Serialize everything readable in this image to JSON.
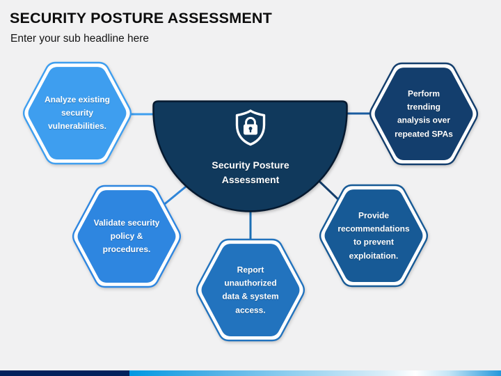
{
  "background_color": "#F1F1F2",
  "header": {
    "title": "SECURITY POSTURE ASSESSMENT",
    "subtitle": "Enter your sub headline here",
    "title_color": "#0D0D0D"
  },
  "center": {
    "label": "Security Posture Assessment",
    "icon": "shield-lock-icon",
    "fill": "#10395C",
    "border": "#05192F",
    "text_color": "#FFFFFF"
  },
  "nodes": [
    {
      "id": "analyze",
      "label": "Analyze existing security vulnerabilities.",
      "color": "#3E9EEF",
      "connector_color": "#3E9EEF",
      "position": "top-left"
    },
    {
      "id": "trending",
      "label": "Perform trending analysis over repeated SPAs",
      "color": "#133E6D",
      "connector_color": "#1A5CA0",
      "position": "top-right"
    },
    {
      "id": "validate",
      "label": "Validate security policy & procedures.",
      "color": "#2E86E0",
      "connector_color": "#2F85D8",
      "position": "bottom-left"
    },
    {
      "id": "report",
      "label": "Report unauthorized data & system access.",
      "color": "#2273BE",
      "connector_color": "#1C6FB4",
      "position": "bottom-center"
    },
    {
      "id": "recommend",
      "label": "Provide recommendations to prevent exploitation.",
      "color": "#175A96",
      "connector_color": "#143E6C",
      "position": "bottom-right"
    }
  ],
  "footer": {
    "left_bar_color": "#02215C",
    "gradient_colors": [
      "#0098E2",
      "#8CCDEF",
      "#FFFFFF",
      "#2397DB"
    ]
  }
}
